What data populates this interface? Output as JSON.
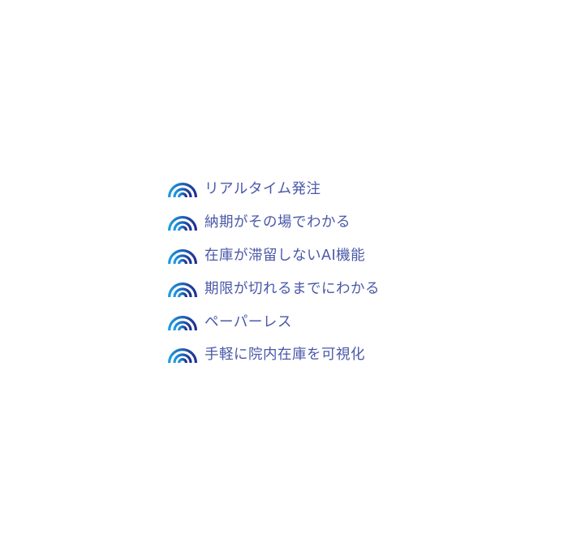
{
  "features": [
    {
      "label": "リアルタイム発注",
      "icon": "arc-icon"
    },
    {
      "label": "納期がその場でわかる",
      "icon": "arc-icon"
    },
    {
      "label": "在庫が滞留しないAI機能",
      "icon": "arc-icon"
    },
    {
      "label": "期限が切れるまでにわかる",
      "icon": "arc-icon"
    },
    {
      "label": "ペーパーレス",
      "icon": "arc-icon"
    },
    {
      "label": "手軽に院内在庫を可視化",
      "icon": "arc-icon"
    }
  ],
  "colors": {
    "icon_start": "#1e9be0",
    "icon_end": "#1f2f8f",
    "text": "#4a58a8"
  }
}
